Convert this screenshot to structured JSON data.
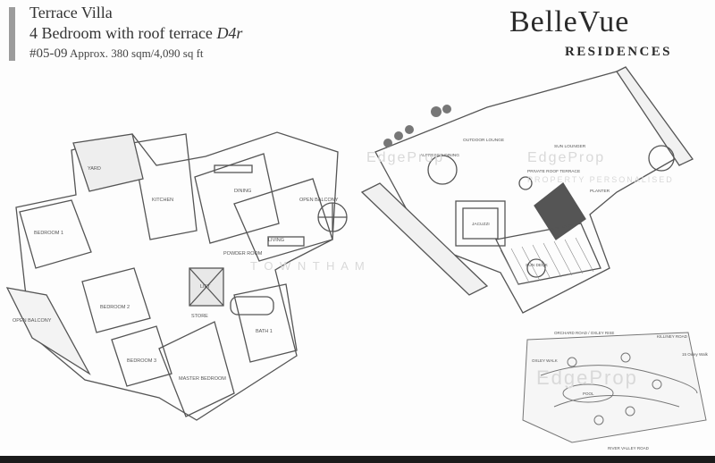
{
  "header": {
    "title": "Terrace Villa",
    "subtitle_main": "4 Bedroom with roof terrace",
    "subtitle_code": "D4r",
    "unit_number": "#05-09",
    "area_text": "Approx. 380 sqm/4,090 sq ft"
  },
  "brand": {
    "name": "BelleVue",
    "tagline": "RESIDENCES"
  },
  "rooms": {
    "bedroom1": "BEDROOM 1",
    "bedroom2": "BEDROOM 2",
    "bedroom3": "BEDROOM 3",
    "master": "MASTER BEDROOM",
    "bath1": "BATH 1",
    "lift": "LIFT",
    "dining": "DINING",
    "living": "LIVING",
    "kitchen": "KITCHEN",
    "open_balcony": "OPEN BALCONY",
    "open_balcony2": "OPEN BALCONY",
    "store": "STORE",
    "powder": "POWDER ROOM",
    "yard": "YARD"
  },
  "roof": {
    "outdoor_lounge": "OUTDOOR LOUNGE",
    "sun_lounger": "SUN LOUNGER",
    "alfresco": "ALFRESCO DINING",
    "jacuzzi": "JACUZZI",
    "sun_deck": "SUN DECK",
    "private_roof_terrace": "PRIVATE ROOF TERRACE",
    "planter": "PLANTER"
  },
  "site_map": {
    "orchard": "ORCHARD ROAD / OXLEY RISE",
    "oxley_walk": "OXLEY WALK",
    "river_valley": "RIVER VALLEY ROAD",
    "oxley_walk_2": "15 Oxley Walk",
    "pool": "POOL",
    "killiney": "KILLINEY ROAD"
  },
  "watermarks": {
    "edgeprop": "EdgeProp",
    "property_persona": "PROPERTY PERSONALISED",
    "town": "T O W N   T H A M"
  }
}
